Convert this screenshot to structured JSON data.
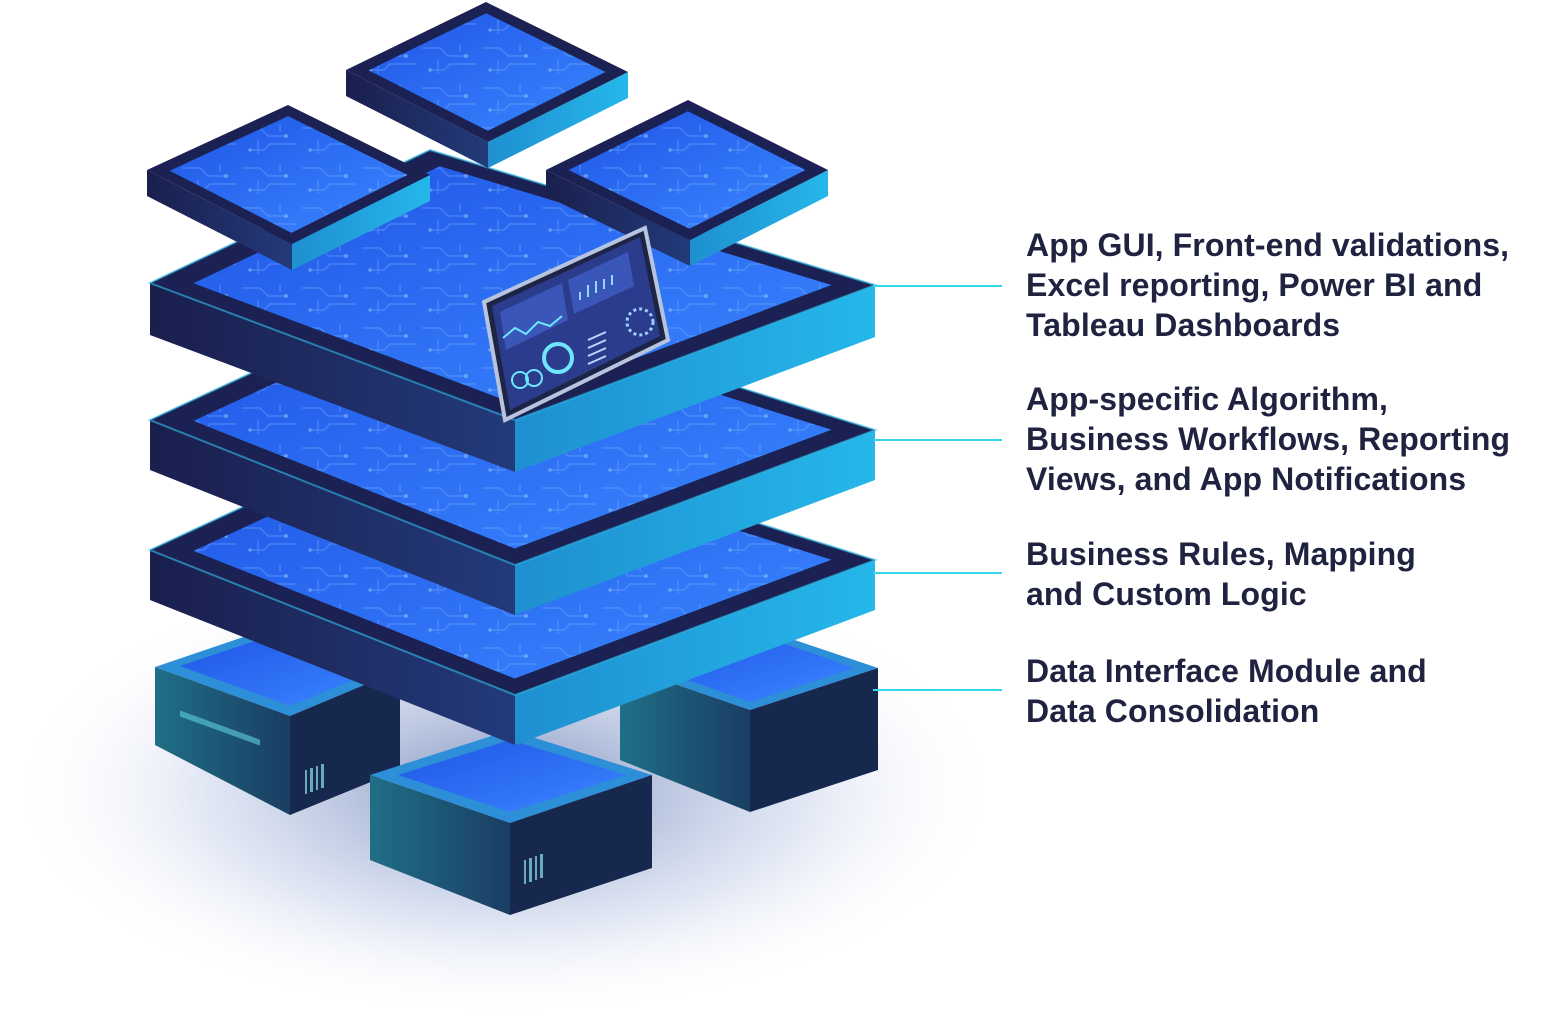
{
  "layers": [
    {
      "id": "presentation",
      "lines": [
        "App GUI, Front-end validations,",
        "Excel reporting, Power BI and",
        "Tableau Dashboards"
      ]
    },
    {
      "id": "application",
      "lines": [
        "App-specific Algorithm,",
        "Business Workflows, Reporting",
        "Views, and App Notifications"
      ]
    },
    {
      "id": "logic",
      "lines": [
        "Business Rules, Mapping",
        "and Custom Logic"
      ]
    },
    {
      "id": "data",
      "lines": [
        "Data Interface Module and",
        "Data Consolidation"
      ]
    }
  ],
  "colors": {
    "text": "#1f2340",
    "connector": "#35d6ec",
    "panel_face": "#2d6cf5",
    "panel_edge": "#1fa6dc",
    "panel_dark": "#1b2152",
    "server_side": "#1b4d6b"
  },
  "icons": [
    "stacked-platform-illustration",
    "circuit-chip-icon",
    "dashboard-tablet-icon",
    "server-block-icon"
  ]
}
